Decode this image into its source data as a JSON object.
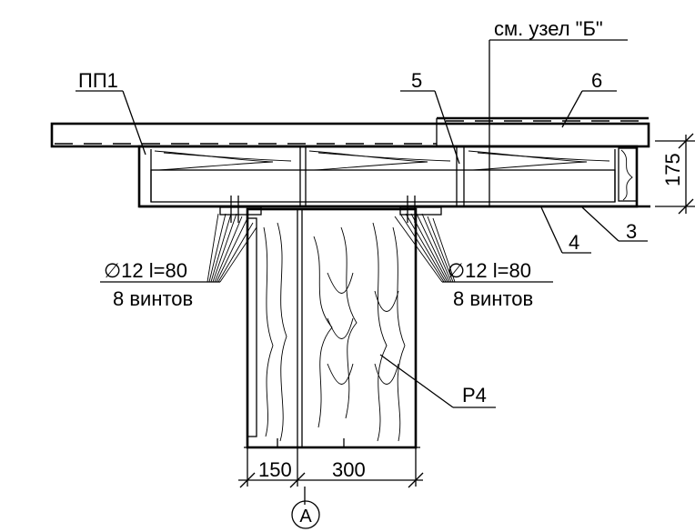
{
  "labels": {
    "ref_node": "см. узел \"Б\"",
    "pp1": "ПП1",
    "item5": "5",
    "item6": "6",
    "item4": "4",
    "item3": "3",
    "dim175": "175",
    "screw_left_line1": "∅12 l=80",
    "screw_left_line2": "8 винтов",
    "screw_right_line1": "∅12 l=80",
    "screw_right_line2": "8 винтов",
    "p4": "Р4",
    "dim150": "150",
    "dim300": "300",
    "axis": "А"
  }
}
